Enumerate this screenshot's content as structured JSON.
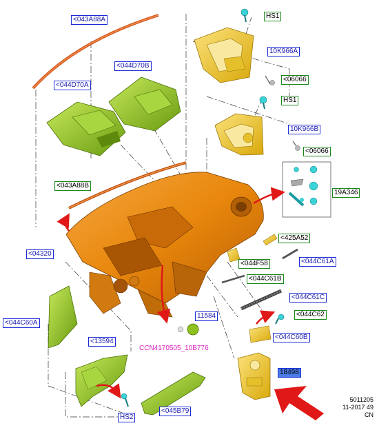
{
  "labels": {
    "l043A88A": "<043A88A",
    "l044D70B": "<044D70B",
    "l044D70A": "<044D70A",
    "l043A88B": "<043A88B",
    "l04320": "<04320",
    "l044C60A": "<044C60A",
    "l13594": "<13594",
    "lHS2": "HS2",
    "l045B79": "<045B79",
    "l11584": "11584",
    "lHS1a": "HS1",
    "l10K966A": "10K966A",
    "l06066a": "<06066",
    "lHS1b": "HS1",
    "l10K966B": "10K966B",
    "l06066b": "<06066",
    "l19A346": "19A346",
    "l425A52": "<425A52",
    "l044F58": "<044F58",
    "l044C61A": "<044C61A",
    "l044C61B": "<044C61B",
    "l044C61C": "<044C61C",
    "l044C62": "<044C62",
    "l044C60B": "<044C60B",
    "l18498": "18498",
    "ccn": "CCN4170505_10B776"
  },
  "footer": {
    "code": "5011205",
    "date": "11-2017 49",
    "region": "CN"
  },
  "colors": {
    "orange": "#e8870c",
    "yellow": "#f2cc2a",
    "green": "#8fc21e",
    "red": "#e01818",
    "cyan": "#3ad3d8",
    "blue": "#1a2bd6"
  }
}
